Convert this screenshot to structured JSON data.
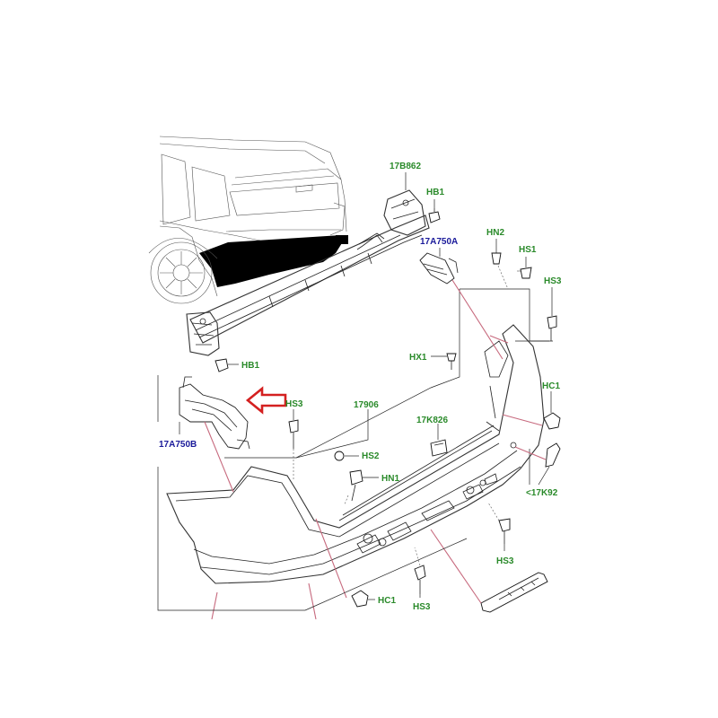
{
  "diagram": {
    "labels": {
      "p17B862": "17B862",
      "hb1_top": "HB1",
      "hn2": "HN2",
      "p17A750A": "17A750A",
      "hs1": "HS1",
      "hs3_right": "HS3",
      "hb1_left": "HB1",
      "hx1": "HX1",
      "hc1_right": "HC1",
      "hs3_mid": "HS3",
      "p17906": "17906",
      "p17K826": "17K826",
      "p17A750B": "17A750B",
      "hs2": "HS2",
      "hn1": "HN1",
      "p17K92": "<17K92",
      "hs3_bottom_right": "HS3",
      "hc1_bottom": "HC1",
      "hs3_bottom": "HS3"
    },
    "colors": {
      "code_green": "#2a8a2a",
      "code_blue": "#1a1a9a",
      "highlight_arrow": "#d42020",
      "leader_pink": "#c76a7e",
      "blackout": "#000000"
    },
    "icons": [
      "highlight-arrow-icon"
    ]
  }
}
